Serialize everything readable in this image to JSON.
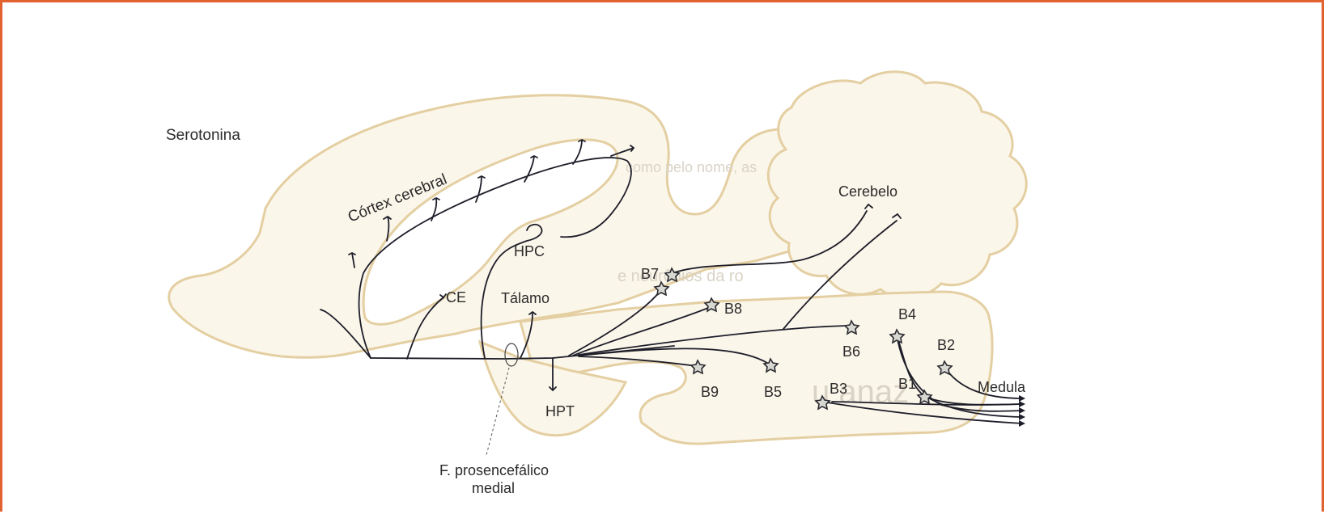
{
  "title": "Serotonina",
  "regions": {
    "cortex": "Córtex cerebral",
    "hippocampus": "HPC",
    "ce": "CE",
    "thalamus": "Tálamo",
    "hypothalamus": "HPT",
    "cerebellum": "Cerebelo",
    "medulla": "Medula",
    "mfb_line1": "F. prosencefálico",
    "mfb_line2": "medial"
  },
  "nuclei": [
    "B1",
    "B2",
    "B3",
    "B4",
    "B5",
    "B6",
    "B7",
    "B8",
    "B9"
  ],
  "colors": {
    "frame": "#e2622f",
    "brain_fill": "#fbf6ea",
    "brain_outline": "#e4cfa2",
    "fibers": "#1e1e2a"
  }
}
